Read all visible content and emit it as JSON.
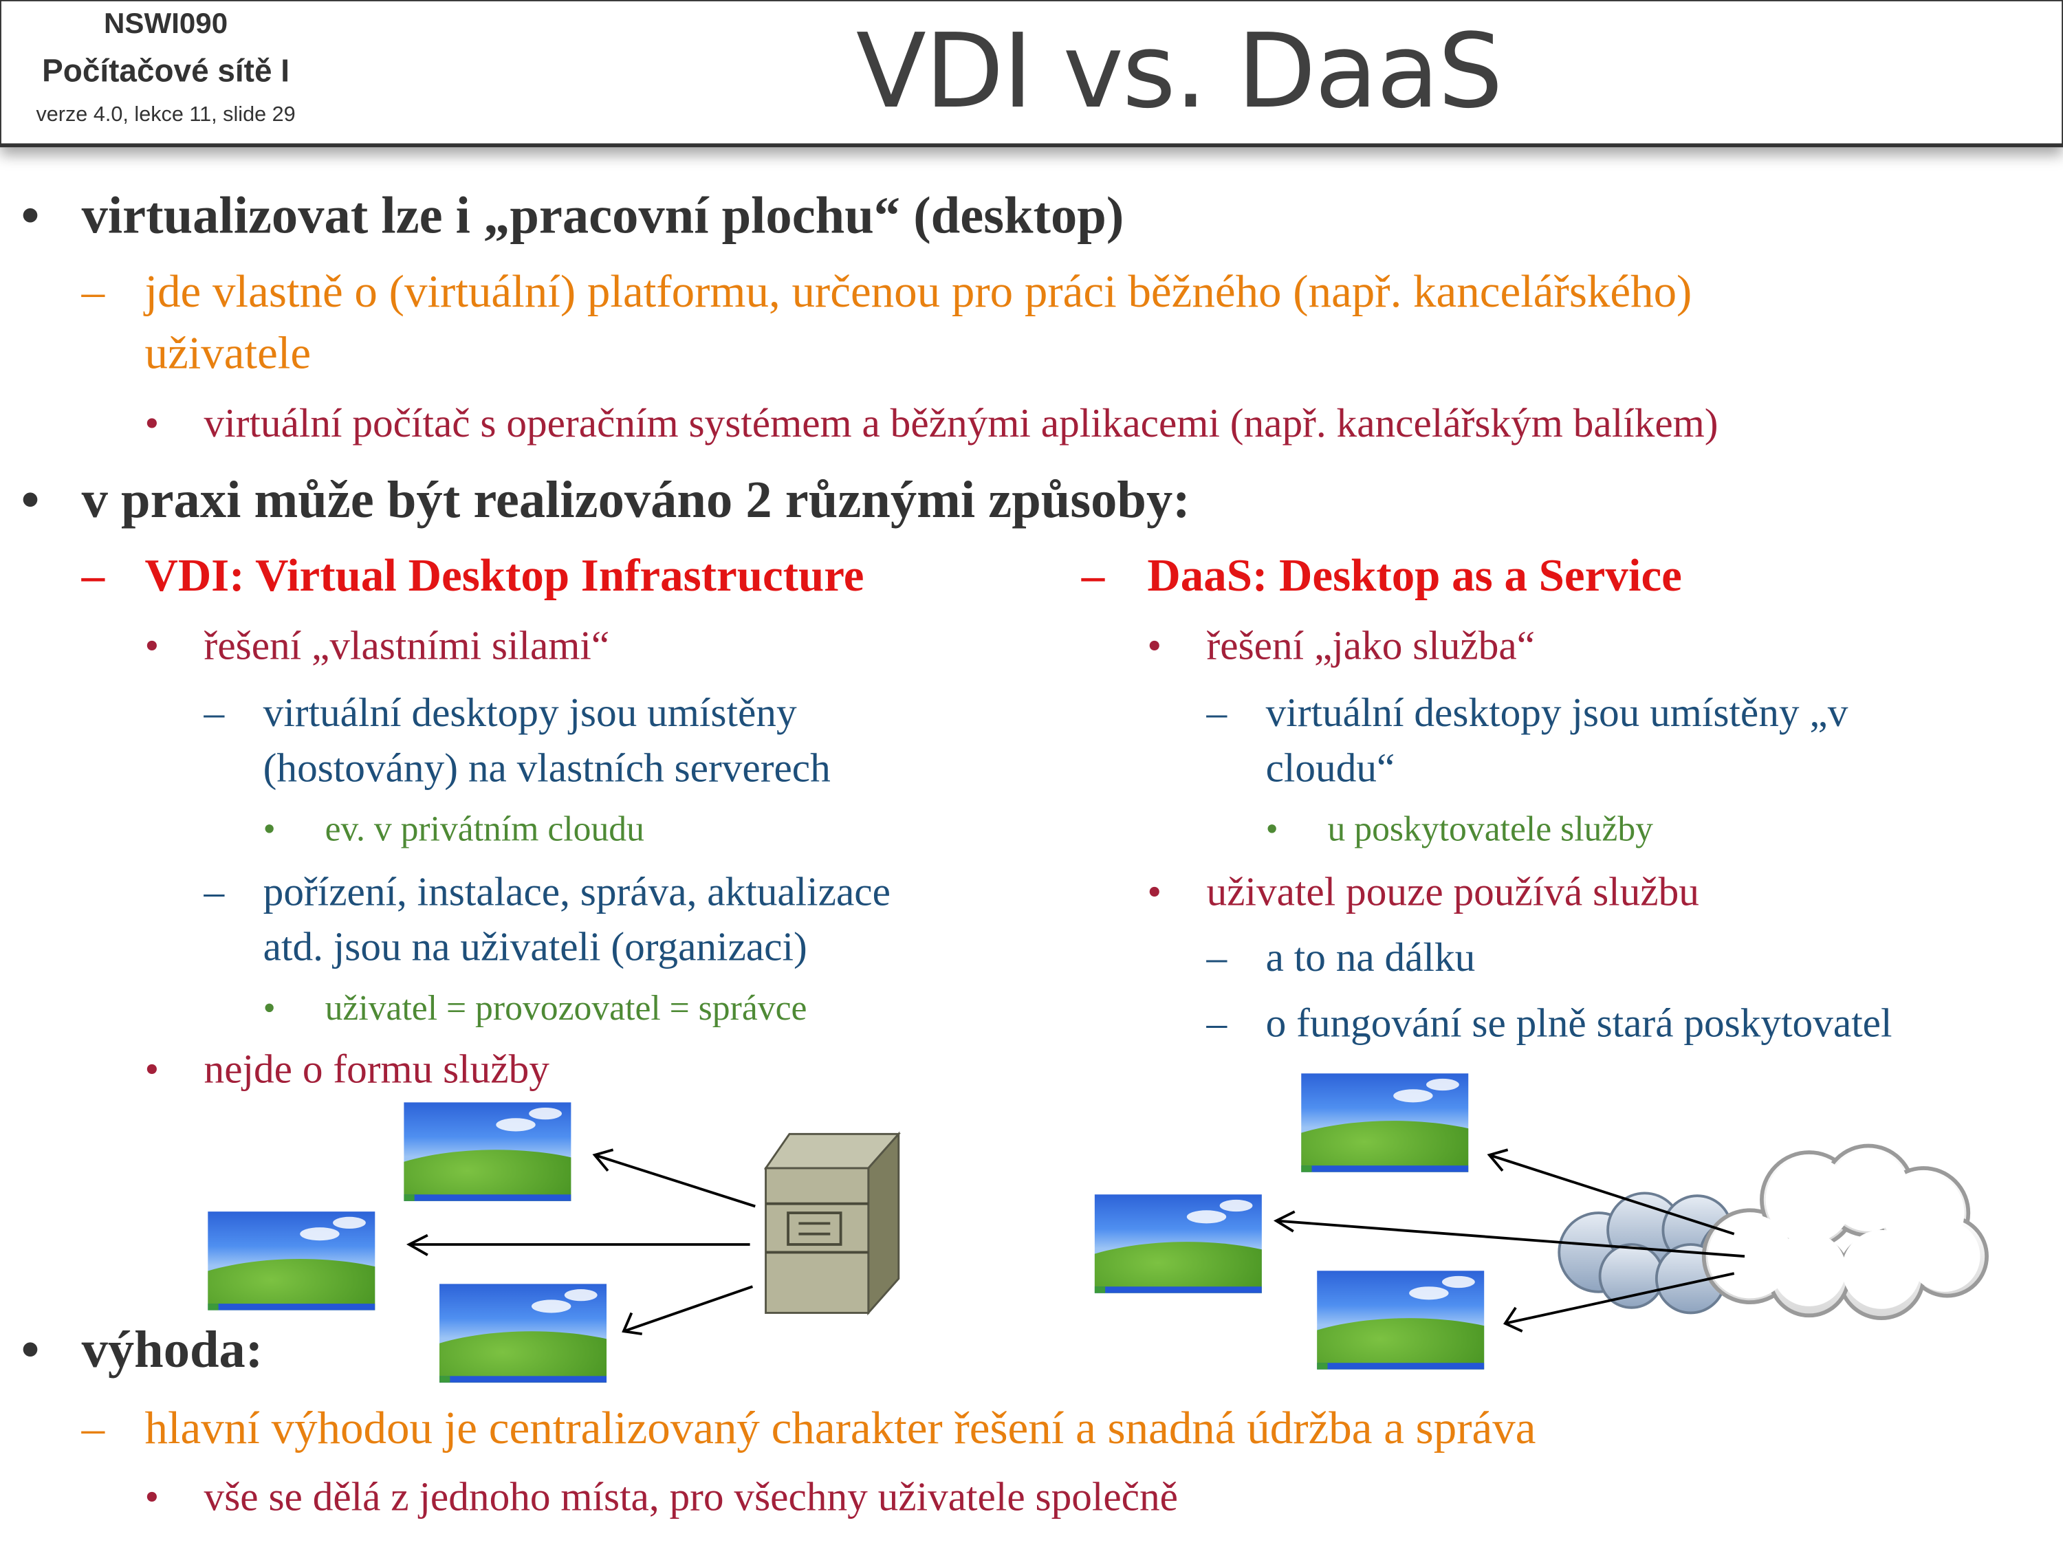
{
  "header": {
    "course_code": "NSWI090",
    "course_name": "Počítačové sítě I",
    "version": "verze 4.0, lekce 11, slide 29",
    "title": "VDI vs. DaaS"
  },
  "bullets": {
    "b1": "virtualizovat lze i „pracovní plochu“ (desktop)",
    "b1_sub": "jde vlastně o (virtuální) platformu, určenou pro práci běžného (např. kancelářského)",
    "b1_sub_cont": "uživatele",
    "b1_sub_sub": "virtuální počítač s operačním systémem a běžnými aplikacemi (např. kancelářským balíkem)",
    "b2": "v praxi může být realizováno 2 různými způsoby:",
    "vdi": {
      "heading": "VDI: Virtual Desktop Infrastructure",
      "i1": "řešení „vlastními silami“",
      "i1a": "virtuální desktopy jsou umístěny",
      "i1a_cont": "(hostovány) na vlastních serverech",
      "i1a1": "ev. v privátním cloudu",
      "i1b": "pořízení, instalace, správa, aktualizace",
      "i1b_cont": "atd. jsou na uživateli (organizaci)",
      "i1b1": "uživatel = provozovatel = správce",
      "i2": "nejde o formu služby"
    },
    "daas": {
      "heading": "DaaS: Desktop as a Service",
      "i1": "řešení „jako služba“",
      "i1a": "virtuální desktopy jsou umístěny „v",
      "i1a_cont": "cloudu“",
      "i1a1": "u poskytovatele služby",
      "i2": "uživatel pouze používá službu",
      "i2a": "a to na dálku",
      "i2b": "o fungování se plně stará poskytovatel"
    },
    "b3": "výhoda:",
    "b3_sub": "hlavní výhodou je centralizovaný charakter řešení  a snadná údržba a správa",
    "b3_sub_sub": "vše se dělá z jednoho místa, pro všechny uživatele společně"
  },
  "markers": {
    "bullet": "•",
    "dash": "–"
  },
  "colors": {
    "level1": "#333333",
    "level2": "#e8800f",
    "heading": "#e31414",
    "level3": "#a3203a",
    "level4": "#1e4f7a",
    "level5": "#4e8a35"
  }
}
